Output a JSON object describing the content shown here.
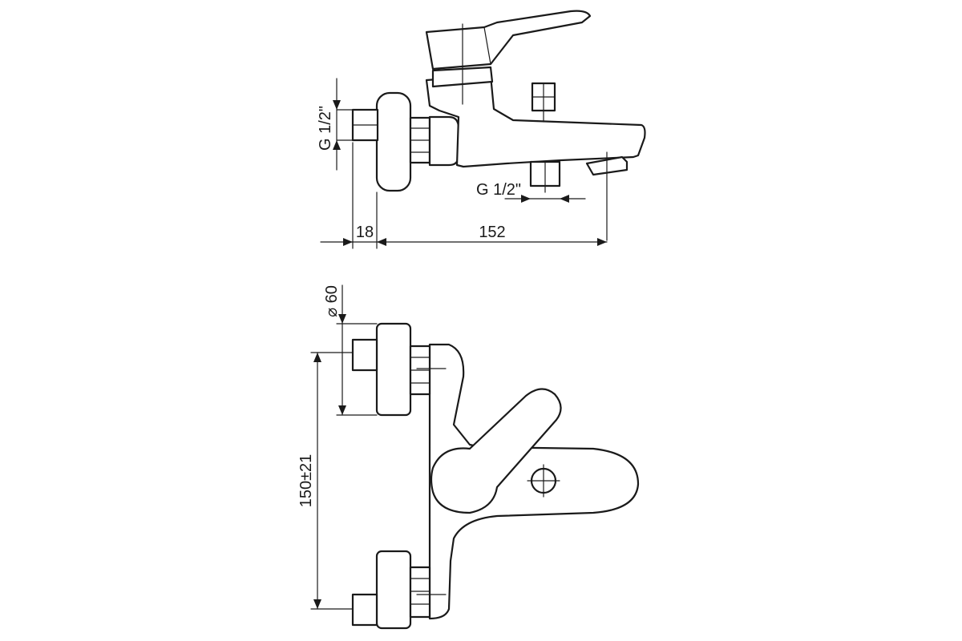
{
  "drawing": {
    "side_view": {
      "inlet_thread_label": "G 1/2\"",
      "outlet_thread_label": "G 1/2\"",
      "wall_offset_label": "18",
      "projection_label": "152"
    },
    "front_view": {
      "rosette_diameter_label": "⌀ 60",
      "inlet_spacing_label": "150±21"
    }
  }
}
